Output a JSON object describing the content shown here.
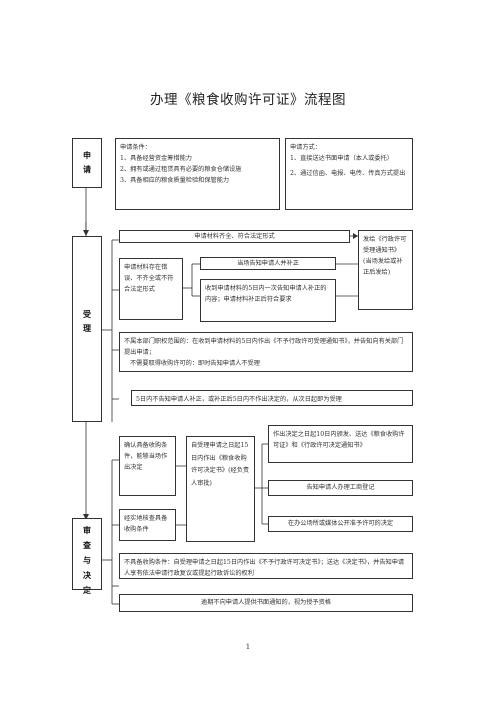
{
  "title": "办理《粮食收购许可证》流程图",
  "page_number": "1",
  "stages": {
    "apply": "申请",
    "accept": "受理",
    "review": "审查与决定"
  },
  "apply": {
    "conditions": {
      "heading": "申请条件：",
      "items": [
        "1、具备经营资金筹措能力",
        "2、拥有或通过租赁具有必要的粮食仓储设施",
        "3、具备相应的粮食质量检验和保管能力"
      ]
    },
    "methods": {
      "heading": "申请方式：",
      "items": [
        "1、直接送达书面申请（本人或委托）",
        "2、通过信函、电报、电传、传真方式提出"
      ]
    }
  },
  "accept": {
    "complete": "申请材料齐全、符合法定形式",
    "incomplete": "申请材料存在错误、不齐全或不符合法定形式",
    "notify_correct": "当场告知申请人并补正",
    "five_days": "收到申请材料的5日内一次告知申请人补正的内容；申请材料补正后符合要求",
    "issue_notice": "发给《行政许可受理通知书》(当场发给或补正后发给)",
    "not_scope": [
      "不属本部门职权范围的：在收到申请材料的5日内作出《不予行政许可受理通知书》，并告知向有关部门提出申请；",
      "不需要取得收购许可的：即时告知申请人不受理"
    ],
    "not_notified": "5日内不告知申请人补正，或补正后5日内不作出决定的，从次日起即为受理"
  },
  "review": {
    "confirm": "确认具备收购条件，能够当场作出决定",
    "on_site": "经实地核查具备收购条件",
    "decision": "自受理申请之日起15日内作出《粮食收购许可决定书》(经负责人审批)",
    "issue_cert": "作出决定之日起10日内颁发、送达《粮食收购许可证》和《行政许可决定通知书》",
    "register": "告知申请人办理工商登记",
    "publish": "在办公场所或媒体公开准予许可的决定",
    "not_qualified": "不具备收购条件：自受理申请之日起15日内作出《不予行政许可决定书》；送达《决定书》，并告知申请人享有依法申请行政复议或提起行政诉讼的权利",
    "overdue": "逾期不向申请人提供书面通知的，视为授予资格"
  }
}
